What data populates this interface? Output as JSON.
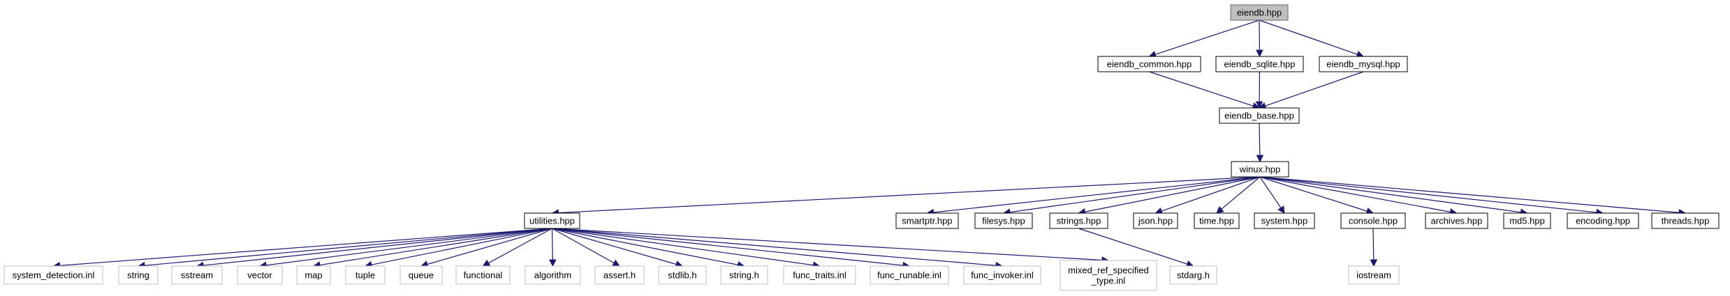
{
  "graph": {
    "colors": {
      "edge": "#191970",
      "root_fill": "#bfbfbf",
      "internal_border": "#000000",
      "external_border": "#bfbfbf",
      "background": "#ffffff"
    },
    "nodes": {
      "eiendb_hpp": {
        "label": [
          "eiendb.hpp"
        ],
        "kind": "root"
      },
      "eiendb_common_hpp": {
        "label": [
          "eiendb_common.hpp"
        ],
        "kind": "internal"
      },
      "eiendb_sqlite_hpp": {
        "label": [
          "eiendb_sqlite.hpp"
        ],
        "kind": "internal"
      },
      "eiendb_mysql_hpp": {
        "label": [
          "eiendb_mysql.hpp"
        ],
        "kind": "internal"
      },
      "eiendb_base_hpp": {
        "label": [
          "eiendb_base.hpp"
        ],
        "kind": "internal"
      },
      "winux_hpp": {
        "label": [
          "winux.hpp"
        ],
        "kind": "internal"
      },
      "utilities_hpp": {
        "label": [
          "utilities.hpp"
        ],
        "kind": "internal"
      },
      "smartptr_hpp": {
        "label": [
          "smartptr.hpp"
        ],
        "kind": "internal"
      },
      "filesys_hpp": {
        "label": [
          "filesys.hpp"
        ],
        "kind": "internal"
      },
      "strings_hpp": {
        "label": [
          "strings.hpp"
        ],
        "kind": "internal"
      },
      "json_hpp": {
        "label": [
          "json.hpp"
        ],
        "kind": "internal"
      },
      "time_hpp": {
        "label": [
          "time.hpp"
        ],
        "kind": "internal"
      },
      "system_hpp": {
        "label": [
          "system.hpp"
        ],
        "kind": "internal"
      },
      "console_hpp": {
        "label": [
          "console.hpp"
        ],
        "kind": "internal"
      },
      "archives_hpp": {
        "label": [
          "archives.hpp"
        ],
        "kind": "internal"
      },
      "md5_hpp": {
        "label": [
          "md5.hpp"
        ],
        "kind": "internal"
      },
      "encoding_hpp": {
        "label": [
          "encoding.hpp"
        ],
        "kind": "internal"
      },
      "threads_hpp": {
        "label": [
          "threads.hpp"
        ],
        "kind": "internal"
      },
      "system_detection_inl": {
        "label": [
          "system_detection.inl"
        ],
        "kind": "external"
      },
      "string": {
        "label": [
          "string"
        ],
        "kind": "external"
      },
      "sstream": {
        "label": [
          "sstream"
        ],
        "kind": "external"
      },
      "vector": {
        "label": [
          "vector"
        ],
        "kind": "external"
      },
      "map": {
        "label": [
          "map"
        ],
        "kind": "external"
      },
      "tuple": {
        "label": [
          "tuple"
        ],
        "kind": "external"
      },
      "queue": {
        "label": [
          "queue"
        ],
        "kind": "external"
      },
      "functional": {
        "label": [
          "functional"
        ],
        "kind": "external"
      },
      "algorithm": {
        "label": [
          "algorithm"
        ],
        "kind": "external"
      },
      "assert_h": {
        "label": [
          "assert.h"
        ],
        "kind": "external"
      },
      "stdlib_h": {
        "label": [
          "stdlib.h"
        ],
        "kind": "external"
      },
      "string_h": {
        "label": [
          "string.h"
        ],
        "kind": "external"
      },
      "func_traits_inl": {
        "label": [
          "func_traits.inl"
        ],
        "kind": "external"
      },
      "func_runable_inl": {
        "label": [
          "func_runable.inl"
        ],
        "kind": "external"
      },
      "func_invoker_inl": {
        "label": [
          "func_invoker.inl"
        ],
        "kind": "external"
      },
      "mixed_ref_specified_type_inl": {
        "label": [
          "mixed_ref_specified",
          "_type.inl"
        ],
        "kind": "external"
      },
      "stdarg_h": {
        "label": [
          "stdarg.h"
        ],
        "kind": "external"
      },
      "iostream": {
        "label": [
          "iostream"
        ],
        "kind": "external"
      }
    },
    "edges": [
      {
        "from": "eiendb_hpp",
        "to": "eiendb_common_hpp"
      },
      {
        "from": "eiendb_hpp",
        "to": "eiendb_sqlite_hpp"
      },
      {
        "from": "eiendb_hpp",
        "to": "eiendb_mysql_hpp"
      },
      {
        "from": "eiendb_common_hpp",
        "to": "eiendb_base_hpp"
      },
      {
        "from": "eiendb_sqlite_hpp",
        "to": "eiendb_base_hpp"
      },
      {
        "from": "eiendb_mysql_hpp",
        "to": "eiendb_base_hpp"
      },
      {
        "from": "eiendb_base_hpp",
        "to": "winux_hpp"
      },
      {
        "from": "winux_hpp",
        "to": "utilities_hpp"
      },
      {
        "from": "winux_hpp",
        "to": "smartptr_hpp"
      },
      {
        "from": "winux_hpp",
        "to": "filesys_hpp"
      },
      {
        "from": "winux_hpp",
        "to": "strings_hpp"
      },
      {
        "from": "winux_hpp",
        "to": "json_hpp"
      },
      {
        "from": "winux_hpp",
        "to": "time_hpp"
      },
      {
        "from": "winux_hpp",
        "to": "system_hpp"
      },
      {
        "from": "winux_hpp",
        "to": "console_hpp"
      },
      {
        "from": "winux_hpp",
        "to": "archives_hpp"
      },
      {
        "from": "winux_hpp",
        "to": "md5_hpp"
      },
      {
        "from": "winux_hpp",
        "to": "encoding_hpp"
      },
      {
        "from": "winux_hpp",
        "to": "threads_hpp"
      },
      {
        "from": "utilities_hpp",
        "to": "system_detection_inl"
      },
      {
        "from": "utilities_hpp",
        "to": "string"
      },
      {
        "from": "utilities_hpp",
        "to": "sstream"
      },
      {
        "from": "utilities_hpp",
        "to": "vector"
      },
      {
        "from": "utilities_hpp",
        "to": "map"
      },
      {
        "from": "utilities_hpp",
        "to": "tuple"
      },
      {
        "from": "utilities_hpp",
        "to": "queue"
      },
      {
        "from": "utilities_hpp",
        "to": "functional"
      },
      {
        "from": "utilities_hpp",
        "to": "algorithm"
      },
      {
        "from": "utilities_hpp",
        "to": "assert_h"
      },
      {
        "from": "utilities_hpp",
        "to": "stdlib_h"
      },
      {
        "from": "utilities_hpp",
        "to": "string_h"
      },
      {
        "from": "utilities_hpp",
        "to": "func_traits_inl"
      },
      {
        "from": "utilities_hpp",
        "to": "func_runable_inl"
      },
      {
        "from": "utilities_hpp",
        "to": "func_invoker_inl"
      },
      {
        "from": "utilities_hpp",
        "to": "mixed_ref_specified_type_inl"
      },
      {
        "from": "strings_hpp",
        "to": "stdarg_h"
      },
      {
        "from": "console_hpp",
        "to": "iostream"
      }
    ]
  }
}
